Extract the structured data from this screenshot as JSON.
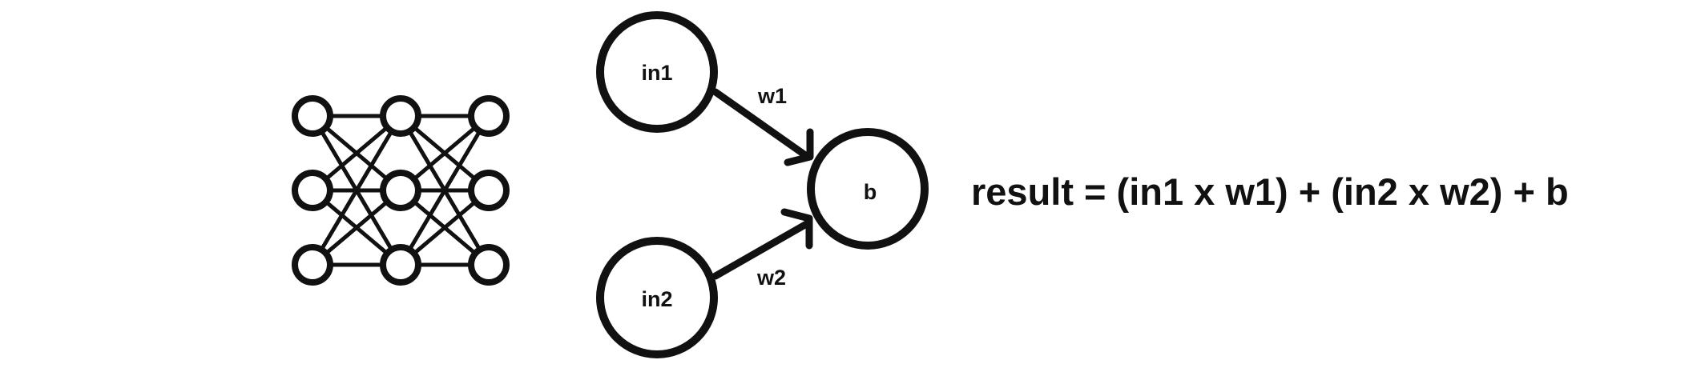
{
  "colors": {
    "stroke": "#111111",
    "background": "#ffffff"
  },
  "network_icon": {
    "layers": 3,
    "nodes_per_layer": 3
  },
  "perceptron": {
    "inputs": [
      {
        "label": "in1"
      },
      {
        "label": "in2"
      }
    ],
    "weights": [
      "w1",
      "w2"
    ],
    "output": {
      "label": "b"
    }
  },
  "formula": "result = (in1 x w1) + (in2 x w2) + b"
}
